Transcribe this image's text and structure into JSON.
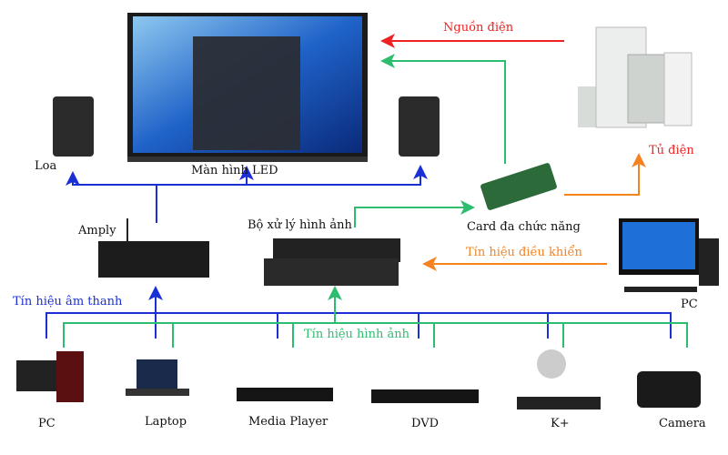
{
  "labels": {
    "led": "Màn hình LED",
    "speaker": "Loa",
    "power": "Nguồn điện",
    "cabinet": "Tủ điện",
    "card": "Card đa chức năng",
    "processor": "Bộ xử lý hình ảnh",
    "amp": "Amply",
    "control": "Tín hiệu điều khiển",
    "pc_right": "PC",
    "audio": "Tín hiệu âm thanh",
    "video": "Tín hiệu hình ảnh"
  },
  "sources": [
    {
      "label": "PC"
    },
    {
      "label": "Laptop"
    },
    {
      "label": "Media Player"
    },
    {
      "label": "DVD"
    },
    {
      "label": "K+"
    },
    {
      "label": "Camera"
    }
  ],
  "colors": {
    "audio": "#1a2fd6",
    "video": "#2dbd6e",
    "power": "#ee2222",
    "control": "#f58220"
  }
}
